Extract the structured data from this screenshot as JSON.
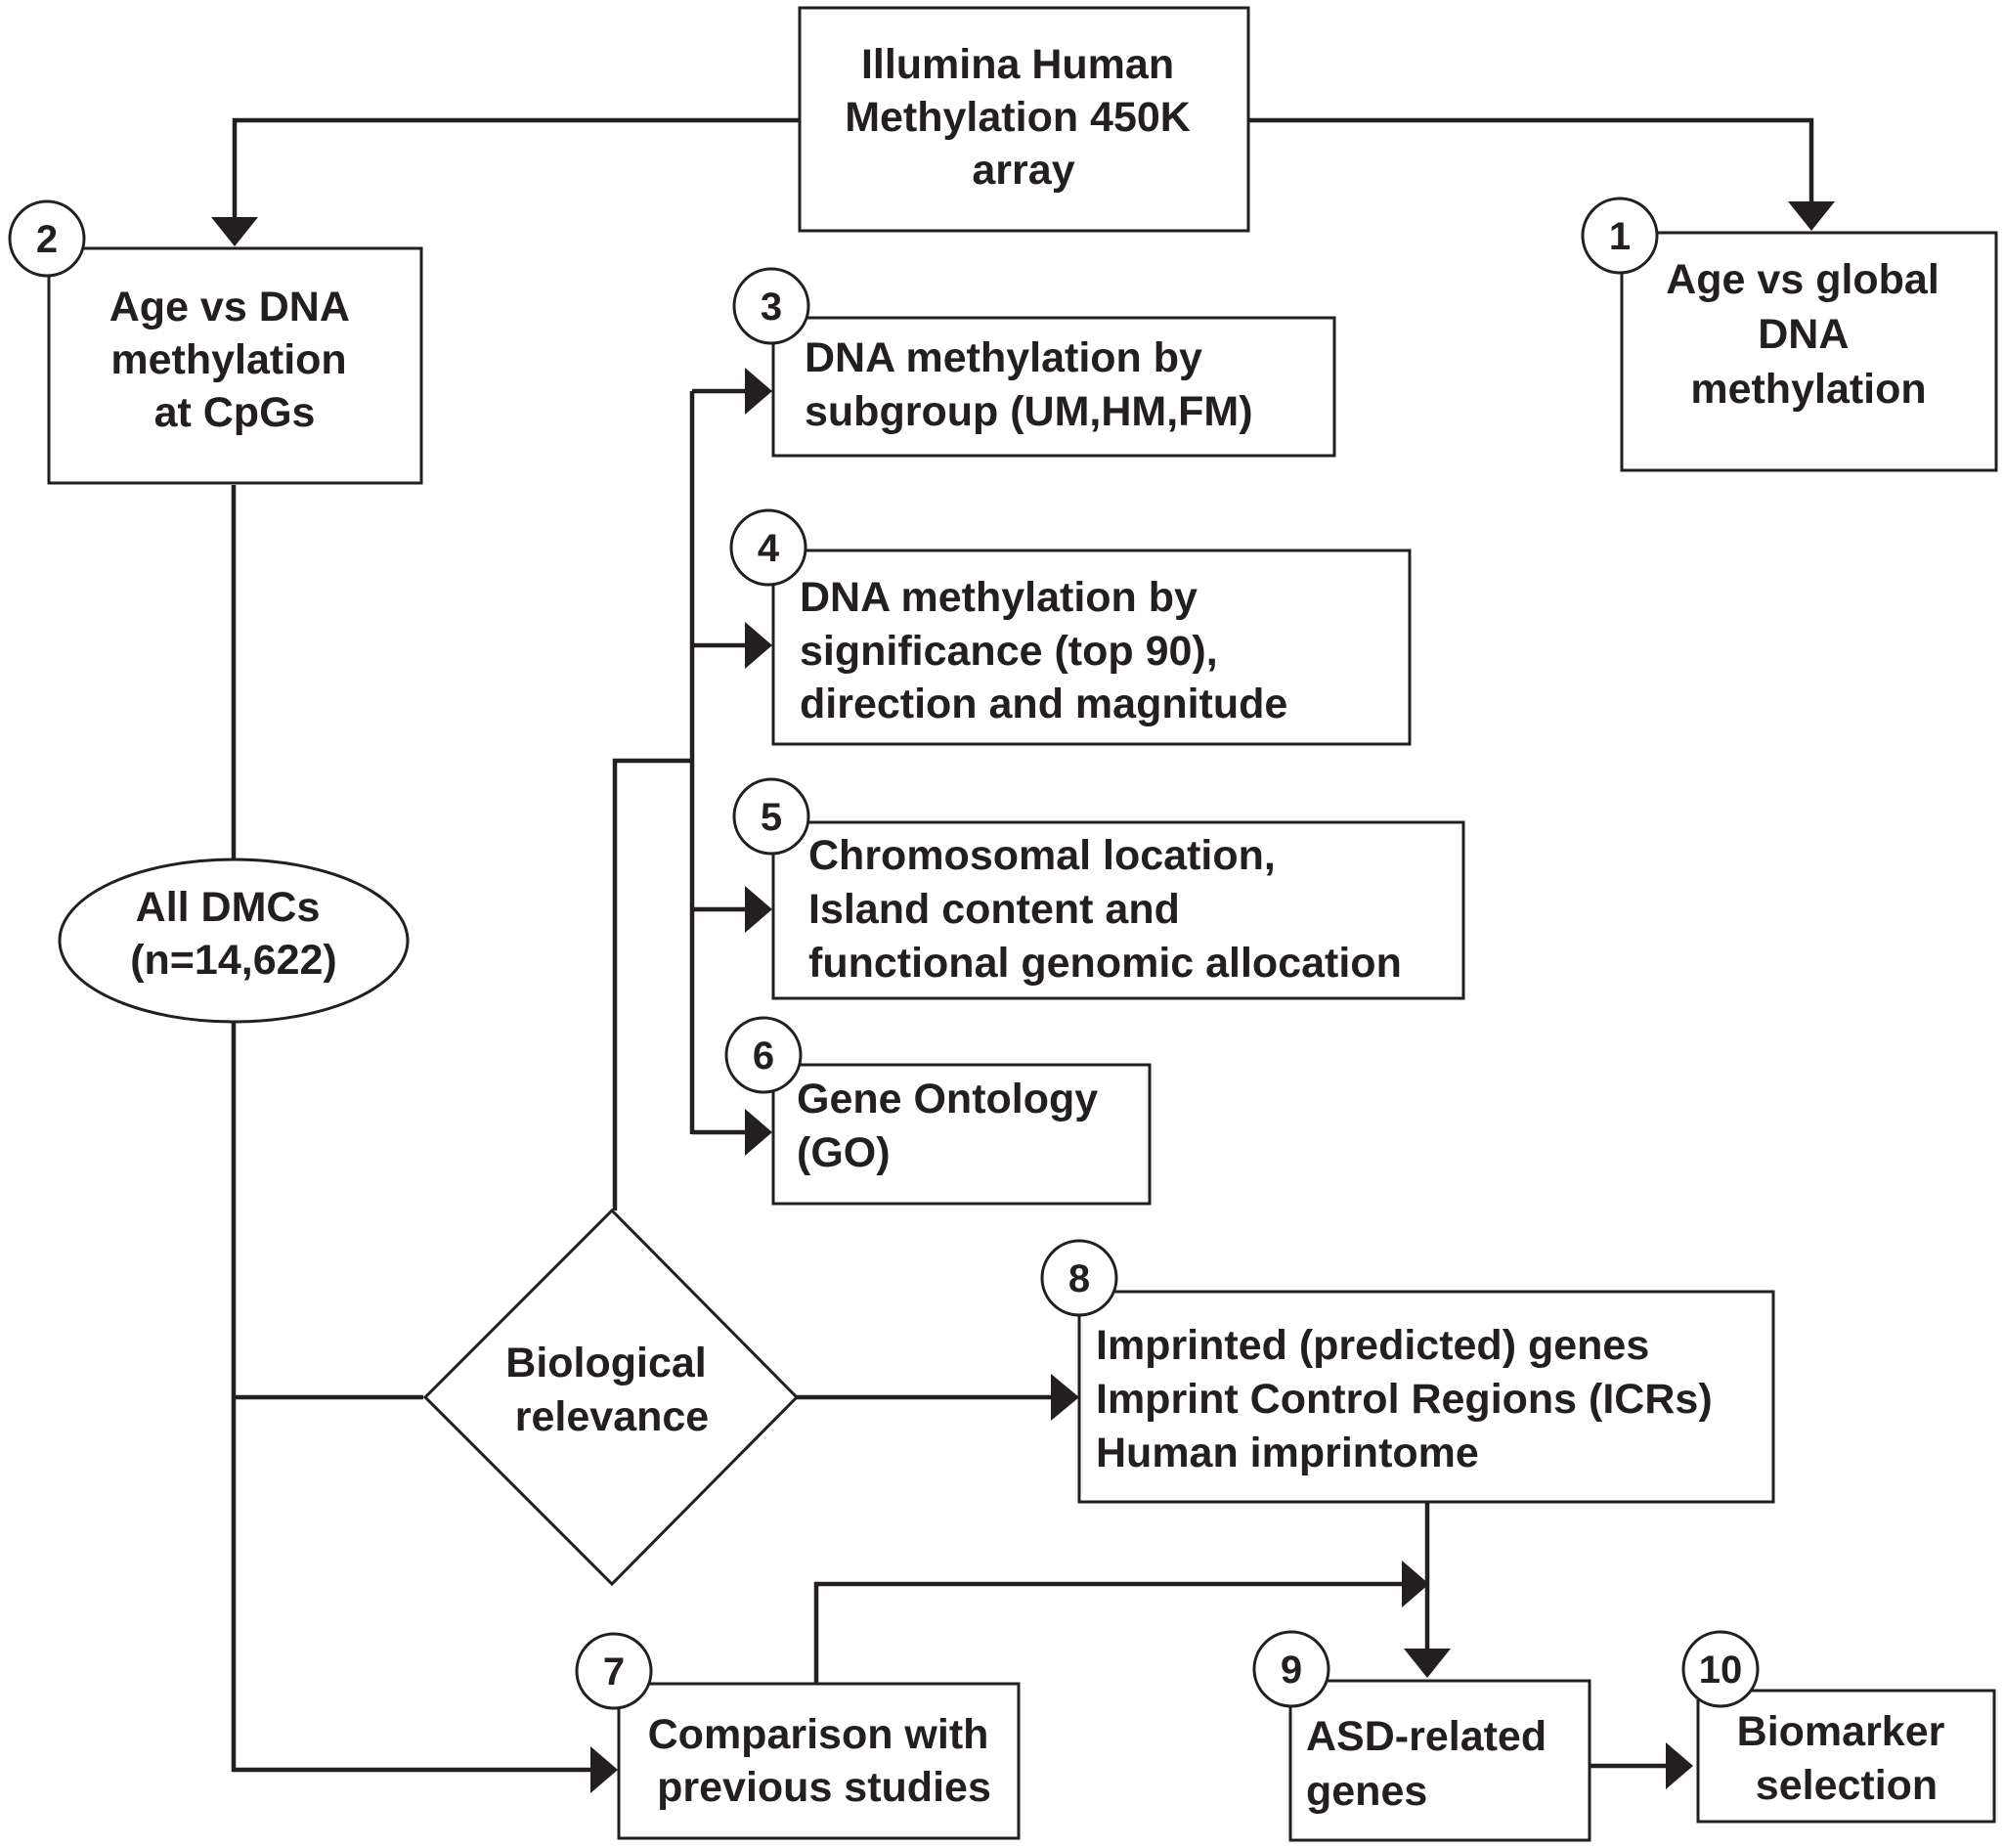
{
  "nodes": {
    "illumina": {
      "lines": [
        "Illumina Human",
        "Methylation 450K",
        "array"
      ]
    },
    "n1": {
      "number": "1",
      "lines": [
        "Age vs global",
        "DNA",
        "methylation"
      ]
    },
    "n2": {
      "number": "2",
      "lines": [
        "Age vs DNA",
        "methylation",
        "at CpGs"
      ]
    },
    "n3": {
      "number": "3",
      "lines": [
        "DNA methylation by",
        "subgroup (UM,HM,FM)"
      ]
    },
    "n4": {
      "number": "4",
      "lines": [
        "DNA methylation by",
        "significance (top 90),",
        "direction and magnitude"
      ]
    },
    "n5": {
      "number": "5",
      "lines": [
        "Chromosomal location,",
        "Island content and",
        "functional genomic allocation"
      ]
    },
    "n6": {
      "number": "6",
      "lines": [
        "Gene Ontology",
        "(GO)"
      ]
    },
    "all_dmcs": {
      "lines": [
        "All DMCs",
        "(n=14,622)"
      ]
    },
    "biological": {
      "lines": [
        "Biological",
        "relevance"
      ]
    },
    "n7": {
      "number": "7",
      "lines": [
        "Comparison with",
        "previous studies"
      ]
    },
    "n8": {
      "number": "8",
      "lines": [
        "Imprinted (predicted) genes",
        "Imprint Control Regions (ICRs)",
        "Human imprintome"
      ]
    },
    "n9": {
      "number": "9",
      "lines": [
        "ASD-related",
        "genes"
      ]
    },
    "n10": {
      "number": "10",
      "lines": [
        "Biomarker",
        "selection"
      ]
    }
  }
}
